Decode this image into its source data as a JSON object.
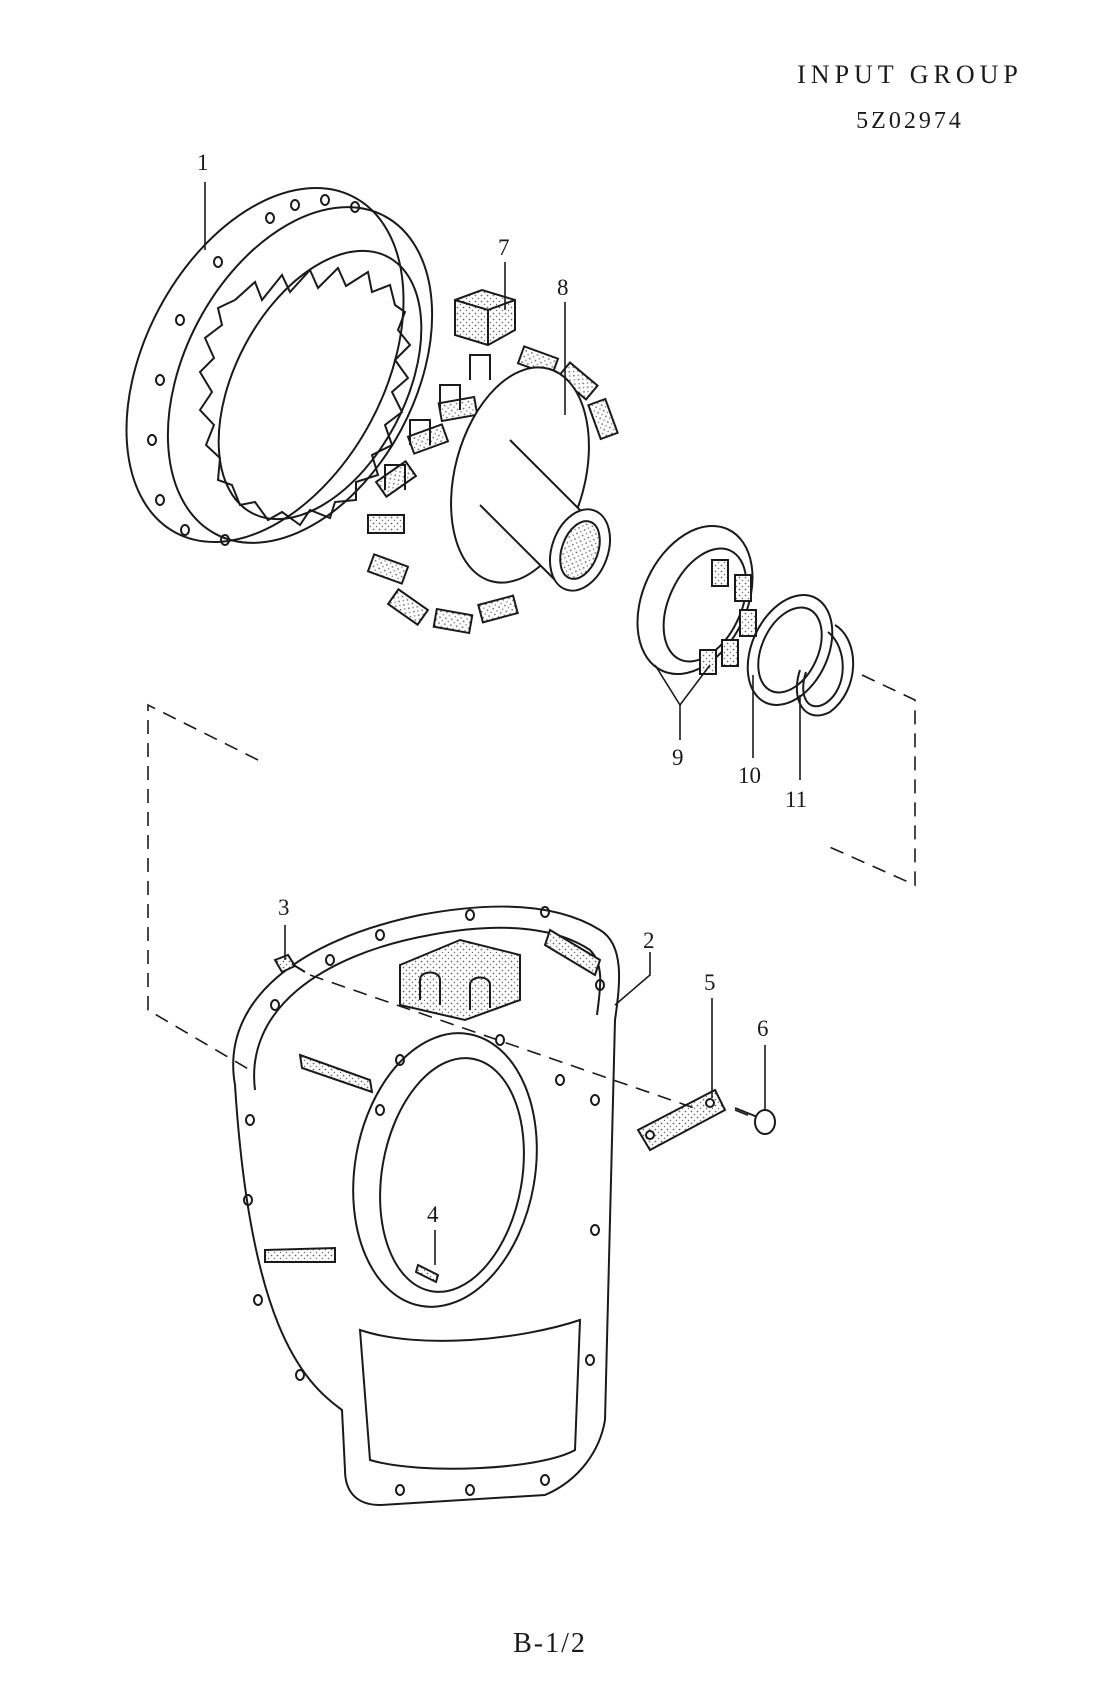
{
  "header": {
    "title": "INPUT GROUP",
    "part_number": "5Z02974"
  },
  "callouts": {
    "c1": "1",
    "c2": "2",
    "c3": "3",
    "c4": "4",
    "c5": "5",
    "c6": "6",
    "c7": "7",
    "c8": "8",
    "c9": "9",
    "c10": "10",
    "c11": "11"
  },
  "footer": {
    "page_label": "B-1/2"
  },
  "colors": {
    "line": "#1a1a1a",
    "stipple": "#6b6b6b",
    "paper": "#ffffff"
  }
}
